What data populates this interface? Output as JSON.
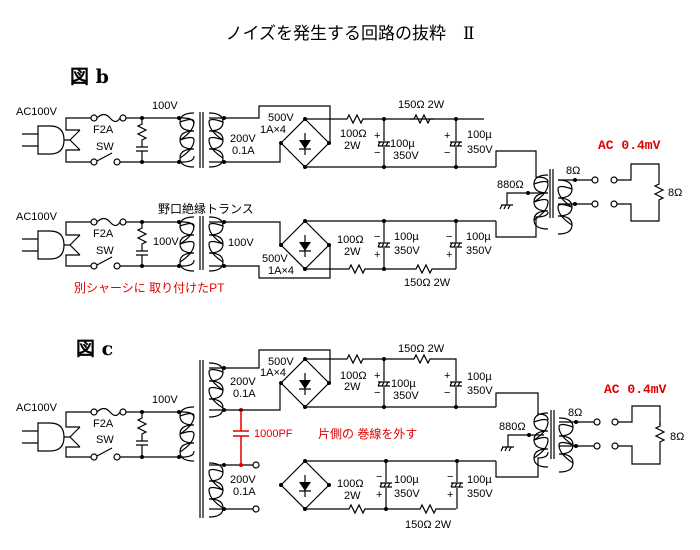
{
  "title": "ノイズを発生する回路の抜粋　Ⅱ",
  "figures": [
    {
      "label": "図 b",
      "upper_circuit": {
        "input": "AC100V",
        "fuse": "F2A",
        "switch": "SW",
        "primary": "100V",
        "secondary": [
          "200V",
          "0.1A"
        ],
        "rectifier": [
          "500V",
          "1A×4"
        ],
        "r1": [
          "100Ω",
          "2W"
        ],
        "c1": [
          "100µ",
          "350V"
        ],
        "r2": "150Ω 2W",
        "c2": [
          "100µ",
          "350V"
        ]
      },
      "lower_circuit": {
        "input": "AC100V",
        "fuse": "F2A",
        "switch": "SW",
        "iso_transformer": "野口絶縁トランス",
        "primary": "100V",
        "secondary": "100V",
        "rectifier": [
          "500V",
          "1A×4"
        ],
        "r1": [
          "100Ω",
          "2W"
        ],
        "c1": [
          "100µ",
          "350V"
        ],
        "r2": "150Ω 2W",
        "c2": [
          "100µ",
          "350V"
        ],
        "note": "別シャーシに 取り付けたPT"
      },
      "output_transformer": {
        "primary": "880Ω",
        "secondary": "8Ω"
      },
      "load": "8Ω",
      "measurement": "AC  0.4mV"
    },
    {
      "label": "図 c",
      "input": "AC100V",
      "fuse": "F2A",
      "switch": "SW",
      "primary": "100V",
      "upper_secondary": [
        "200V",
        "0.1A"
      ],
      "lower_secondary": [
        "200V",
        "0.1A"
      ],
      "coupling_cap": "1000PF",
      "note": "片側の 巻線を外す",
      "upper_circuit": {
        "rectifier": [
          "500V",
          "1A×4"
        ],
        "r1": [
          "100Ω",
          "2W"
        ],
        "c1": [
          "100µ",
          "350V"
        ],
        "r2": "150Ω 2W",
        "c2": [
          "100µ",
          "350V"
        ]
      },
      "lower_circuit": {
        "r1": [
          "100Ω",
          "2W"
        ],
        "c1": [
          "100µ",
          "350V"
        ],
        "r2": "150Ω 2W",
        "c2": [
          "100µ",
          "350V"
        ]
      },
      "output_transformer": {
        "primary": "880Ω",
        "secondary": "8Ω"
      },
      "load": "8Ω",
      "measurement": "AC  0.4mV"
    }
  ]
}
